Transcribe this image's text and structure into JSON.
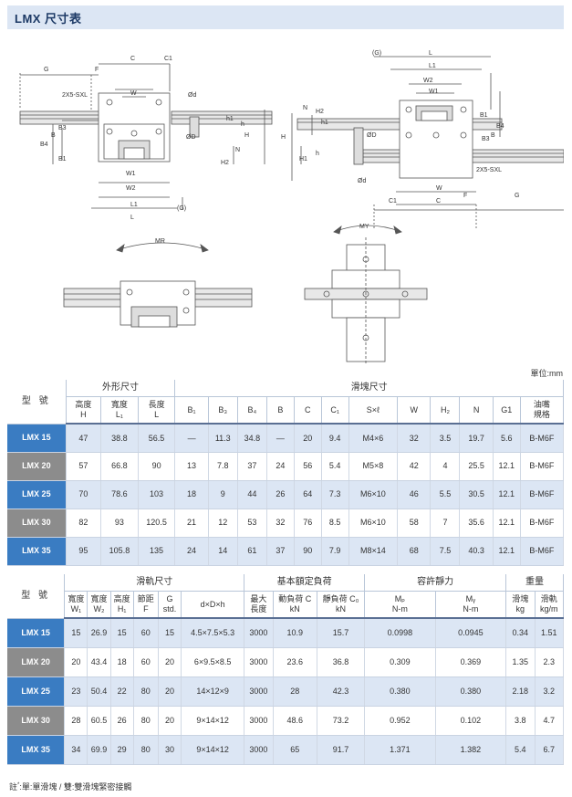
{
  "title": "LMX  尺寸表",
  "unit": "單位:mm",
  "note_prefix": "註",
  "note_mark": "*",
  "note_text": ":單:單滑塊 / 雙:雙滑塊緊密接觸",
  "drawing": {
    "label_2x5": "2X5-SXL",
    "arrow_mr": "MR",
    "arrow_my": "MY",
    "dims": [
      "G",
      "F",
      "C",
      "C1",
      "W",
      "W1",
      "W2",
      "L",
      "L1",
      "H",
      "H1",
      "H2",
      "h",
      "h1",
      "N",
      "B",
      "B1",
      "B3",
      "B4",
      "Ød",
      "ØD",
      "(G)"
    ]
  },
  "table1": {
    "model_header": "型 號",
    "groups": [
      {
        "label": "外形尺寸"
      },
      {
        "label": "滑塊尺寸"
      }
    ],
    "columns": [
      {
        "l1": "高度",
        "l2": "H"
      },
      {
        "l1": "寬度",
        "l2": "L₁"
      },
      {
        "l1": "長度",
        "l2": "L"
      },
      {
        "l1": "B₁",
        "l2": ""
      },
      {
        "l1": "B₃",
        "l2": ""
      },
      {
        "l1": "B₄",
        "l2": ""
      },
      {
        "l1": "B",
        "l2": ""
      },
      {
        "l1": "C",
        "l2": ""
      },
      {
        "l1": "C₁",
        "l2": ""
      },
      {
        "l1": "S×ℓ",
        "l2": ""
      },
      {
        "l1": "W",
        "l2": ""
      },
      {
        "l1": "H₂",
        "l2": ""
      },
      {
        "l1": "N",
        "l2": ""
      },
      {
        "l1": "G1",
        "l2": ""
      },
      {
        "l1": "油嘴",
        "l2": "規格"
      }
    ],
    "rows": [
      {
        "model": "LMX 15",
        "cells": [
          "47",
          "38.8",
          "56.5",
          "—",
          "11.3",
          "34.8",
          "—",
          "20",
          "9.4",
          "M4×6",
          "32",
          "3.5",
          "19.7",
          "5.6",
          "B-M6F"
        ]
      },
      {
        "model": "LMX 20",
        "cells": [
          "57",
          "66.8",
          "90",
          "13",
          "7.8",
          "37",
          "24",
          "56",
          "5.4",
          "M5×8",
          "42",
          "4",
          "25.5",
          "12.1",
          "B-M6F"
        ]
      },
      {
        "model": "LMX 25",
        "cells": [
          "70",
          "78.6",
          "103",
          "18",
          "9",
          "44",
          "26",
          "64",
          "7.3",
          "M6×10",
          "46",
          "5.5",
          "30.5",
          "12.1",
          "B-M6F"
        ]
      },
      {
        "model": "LMX 30",
        "cells": [
          "82",
          "93",
          "120.5",
          "21",
          "12",
          "53",
          "32",
          "76",
          "8.5",
          "M6×10",
          "58",
          "7",
          "35.6",
          "12.1",
          "B-M6F"
        ]
      },
      {
        "model": "LMX 35",
        "cells": [
          "95",
          "105.8",
          "135",
          "24",
          "14",
          "61",
          "37",
          "90",
          "7.9",
          "M8×14",
          "68",
          "7.5",
          "40.3",
          "12.1",
          "B-M6F"
        ]
      }
    ]
  },
  "table2": {
    "model_header": "型 號",
    "groups": [
      {
        "label": "滑軌尺寸"
      },
      {
        "label": "基本額定負荷"
      },
      {
        "label": "容許靜力"
      },
      {
        "label": "重量"
      }
    ],
    "columns": [
      {
        "l1": "寬度",
        "l2": "W₁"
      },
      {
        "l1": "寬度",
        "l2": "W₂"
      },
      {
        "l1": "高度",
        "l2": "H₁"
      },
      {
        "l1": "節距",
        "l2": "F"
      },
      {
        "l1": "G",
        "l2": "std."
      },
      {
        "l1": "d×D×h",
        "l2": ""
      },
      {
        "l1": "最大",
        "l2": "長度"
      },
      {
        "l1": "動負荷 C",
        "l2": "kN"
      },
      {
        "l1": "靜負荷 C₀",
        "l2": "kN"
      },
      {
        "l1": "Mₚ",
        "l2": "N-m"
      },
      {
        "l1": "Mᵧ",
        "l2": "N-m"
      },
      {
        "l1": "滑塊",
        "l2": "kg"
      },
      {
        "l1": "滑軌",
        "l2": "kg/m"
      }
    ],
    "rows": [
      {
        "model": "LMX 15",
        "cells": [
          "15",
          "26.9",
          "15",
          "60",
          "15",
          "4.5×7.5×5.3",
          "3000",
          "10.9",
          "15.7",
          "0.0998",
          "0.0945",
          "0.34",
          "1.51"
        ]
      },
      {
        "model": "LMX 20",
        "cells": [
          "20",
          "43.4",
          "18",
          "60",
          "20",
          "6×9.5×8.5",
          "3000",
          "23.6",
          "36.8",
          "0.309",
          "0.369",
          "1.35",
          "2.3"
        ]
      },
      {
        "model": "LMX 25",
        "cells": [
          "23",
          "50.4",
          "22",
          "80",
          "20",
          "14×12×9",
          "3000",
          "28",
          "42.3",
          "0.380",
          "0.380",
          "2.18",
          "3.2"
        ]
      },
      {
        "model": "LMX 30",
        "cells": [
          "28",
          "60.5",
          "26",
          "80",
          "20",
          "9×14×12",
          "3000",
          "48.6",
          "73.2",
          "0.952",
          "0.102",
          "3.8",
          "4.7"
        ]
      },
      {
        "model": "LMX 35",
        "cells": [
          "34",
          "69.9",
          "29",
          "80",
          "30",
          "9×14×12",
          "3000",
          "65",
          "91.7",
          "1.371",
          "1.382",
          "5.4",
          "6.7"
        ]
      }
    ]
  }
}
